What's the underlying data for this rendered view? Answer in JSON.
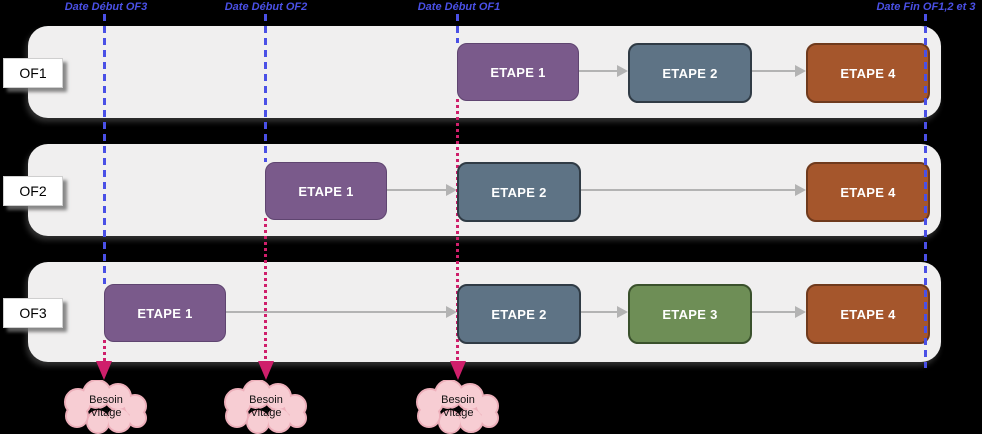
{
  "diagram": {
    "markers": [
      {
        "label": "Date Début OF3"
      },
      {
        "label": "Date Début OF2"
      },
      {
        "label": "Date Début OF1"
      },
      {
        "label": "Date Fin OF1,2 et 3"
      }
    ],
    "rows": [
      {
        "name": "OF1",
        "blocks": [
          {
            "label": "ETAPE 1"
          },
          {
            "label": "ETAPE 2"
          },
          {
            "label": "ETAPE 4"
          }
        ]
      },
      {
        "name": "OF2",
        "blocks": [
          {
            "label": "ETAPE 1"
          },
          {
            "label": "ETAPE 2"
          },
          {
            "label": "ETAPE 4"
          }
        ]
      },
      {
        "name": "OF3",
        "blocks": [
          {
            "label": "ETAPE 1"
          },
          {
            "label": "ETAPE 2"
          },
          {
            "label": "ETAPE 3"
          },
          {
            "label": "ETAPE 4"
          }
        ]
      }
    ],
    "clouds": [
      {
        "line1": "Besoin",
        "line2": "Vitage"
      },
      {
        "line1": "Besoin",
        "line2": "Vitage"
      },
      {
        "line1": "Besoin",
        "line2": "Vitage"
      }
    ],
    "colors": {
      "accent_blue": "#4a50e6",
      "accent_magenta": "#cf1f6b",
      "stage1_purple": "#7a5a8b",
      "stage2_slate": "#5e7385",
      "stage3_green": "#6e8e56",
      "stage4_rust": "#a5562c",
      "lane_bg": "#f0efef",
      "cloud_fill": "#f7cdd3",
      "cloud_border": "#edafba",
      "arrow_gray": "#b3b3b3"
    }
  }
}
